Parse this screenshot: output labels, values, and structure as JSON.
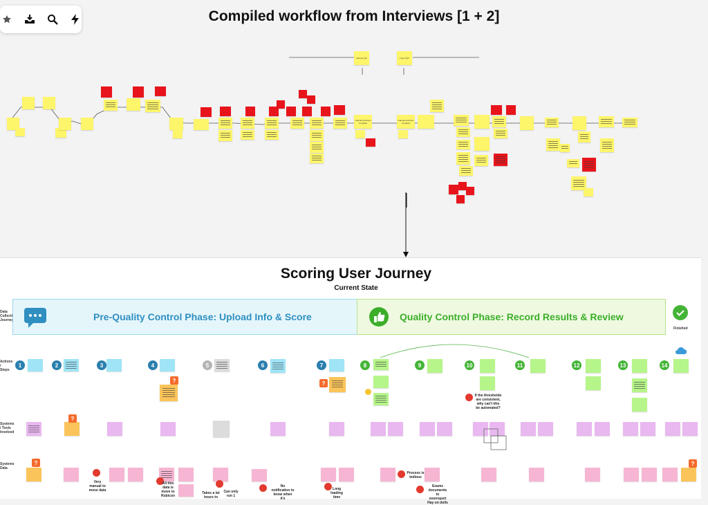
{
  "toolbar": {
    "icons": [
      "star-icon",
      "download-icon",
      "search-icon",
      "lightning-icon"
    ]
  },
  "workflow": {
    "title": "Compiled workflow from Interviews [1 + 2]"
  },
  "journey": {
    "title": "Scoring User Journey",
    "subtitle": "Current State",
    "phase1_label": "Pre-Quality Control Phase: Upload Info & Score",
    "phase2_label": "Quality Control Phase: Record Results & Review",
    "finished_label": "Finished",
    "row_labels": [
      "Data Collection Journey",
      "Actions / Steps",
      "Systems / Tools Involved",
      "Systems Data"
    ],
    "steps": [
      "1",
      "2",
      "3",
      "4",
      "5",
      "6",
      "7",
      "8",
      "9",
      "10",
      "11",
      "12",
      "13",
      "14"
    ],
    "pain_points": [
      "Very manual to move data",
      "All this data is move to Rubicon",
      "Takes a lot hours to",
      "Can only run 1",
      "No notification to know when it's",
      "Long loading time",
      "Process is tedious",
      "Exams documents to overreport Hay on dolls",
      "If the thresholds are consistent, why can't this be automated?"
    ]
  },
  "colors": {
    "sticky_yellow": "#fdf56a",
    "sticky_red": "#e8141b",
    "phase1_accent": "#2f8fc0",
    "phase2_accent": "#3cae2a"
  }
}
